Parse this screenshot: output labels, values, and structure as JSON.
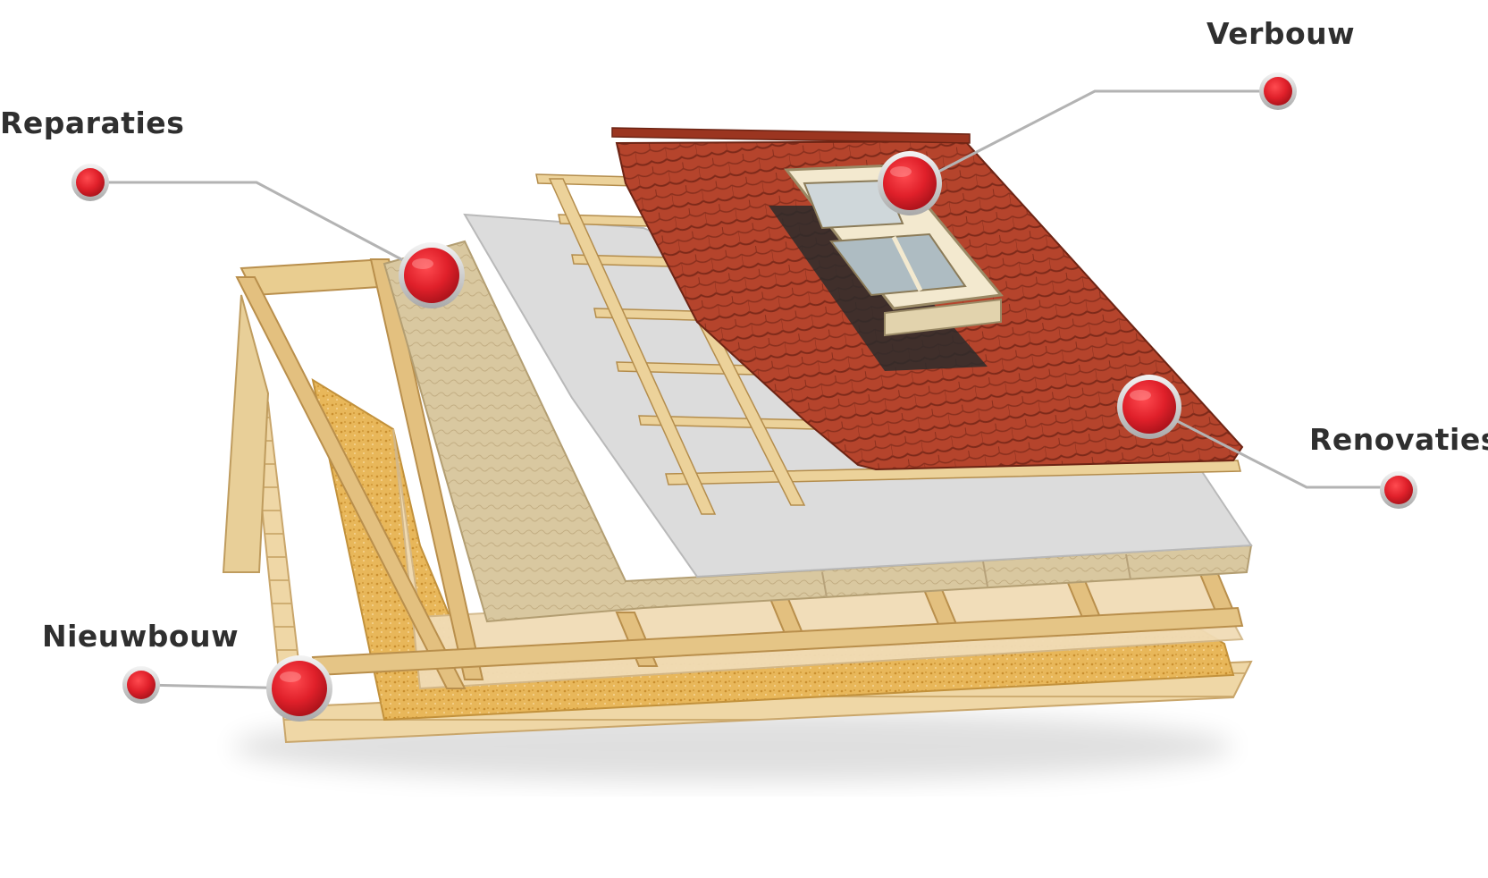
{
  "labels": {
    "verbouw": "Verbouw",
    "reparaties": "Reparaties",
    "renovaties": "Renovaties",
    "nieuwbouw": "Nieuwbouw"
  },
  "colors": {
    "hotspot_red": "#e0202a",
    "hotspot_ring": "#c8c8c8",
    "connector_line": "#b3b3b3",
    "roof_tile": "#b3402a",
    "wood": "#e3c88f",
    "membrane": "#d9d9d9",
    "insulation": "#d8c59a",
    "chipboard": "#e7b456"
  },
  "icons": {
    "hotspot": "red-dot-icon",
    "window": "roof-window-icon"
  }
}
